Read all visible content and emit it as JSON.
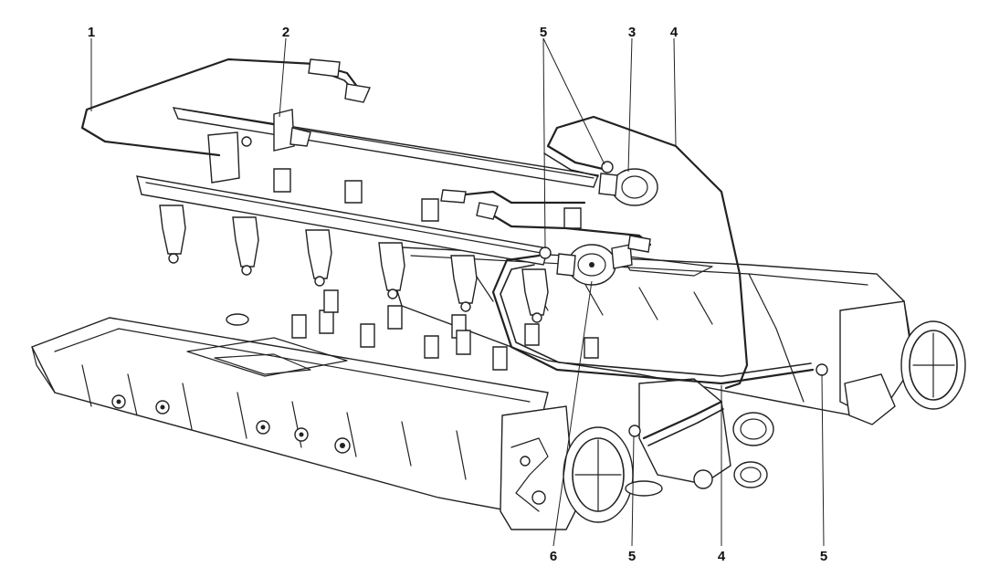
{
  "callouts": [
    {
      "id": "c1",
      "label": "1"
    },
    {
      "id": "c2",
      "label": "2"
    },
    {
      "id": "c3",
      "label": "3"
    },
    {
      "id": "c4a",
      "label": "4"
    },
    {
      "id": "c4b",
      "label": "4"
    },
    {
      "id": "c5a",
      "label": "5"
    },
    {
      "id": "c5b",
      "label": "5"
    },
    {
      "id": "c5c",
      "label": "5"
    },
    {
      "id": "c6",
      "label": "6"
    }
  ],
  "colors": {
    "ink": "#222222",
    "background": "#ffffff"
  }
}
